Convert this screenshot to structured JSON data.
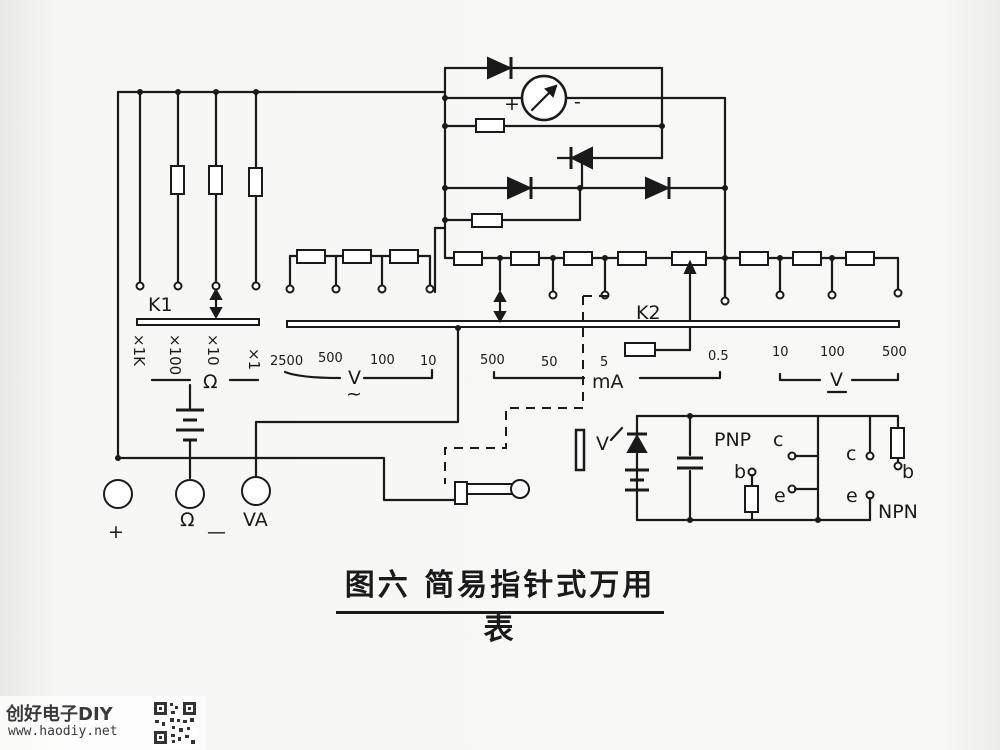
{
  "caption": "图六   简易指针式万用表",
  "labels": {
    "k1": "K1",
    "k2": "K2",
    "x1k": "×1K",
    "x100": "×100",
    "x10": "×10",
    "x1": "×1",
    "ohm": "Ω",
    "v2500": "2500",
    "v500": "500",
    "v100": "100",
    "v10": "10",
    "v_ac_unit": "V",
    "v_ac_sym": "~",
    "ma500": "500",
    "ma50": "50",
    "ma5": "5",
    "ma05": "0.5",
    "ma_unit": "mA",
    "dv10": "10",
    "dv100": "100",
    "dv500": "500",
    "dv_unit": "V",
    "meter_plus": "+",
    "meter_minus": "-",
    "pnp": "PNP",
    "npn": "NPN",
    "c_pnp": "c",
    "b_pnp": "b",
    "e_pnp": "e",
    "c_npn": "c",
    "b_npn": "b",
    "e_npn": "e",
    "zener_v": "V",
    "jack_plus": "+",
    "jack_ohm": "Ω",
    "jack_minus": "—",
    "jack_va": "VA"
  },
  "watermark": {
    "title": "创好电子DIY",
    "url": "www.haodiy.net"
  }
}
